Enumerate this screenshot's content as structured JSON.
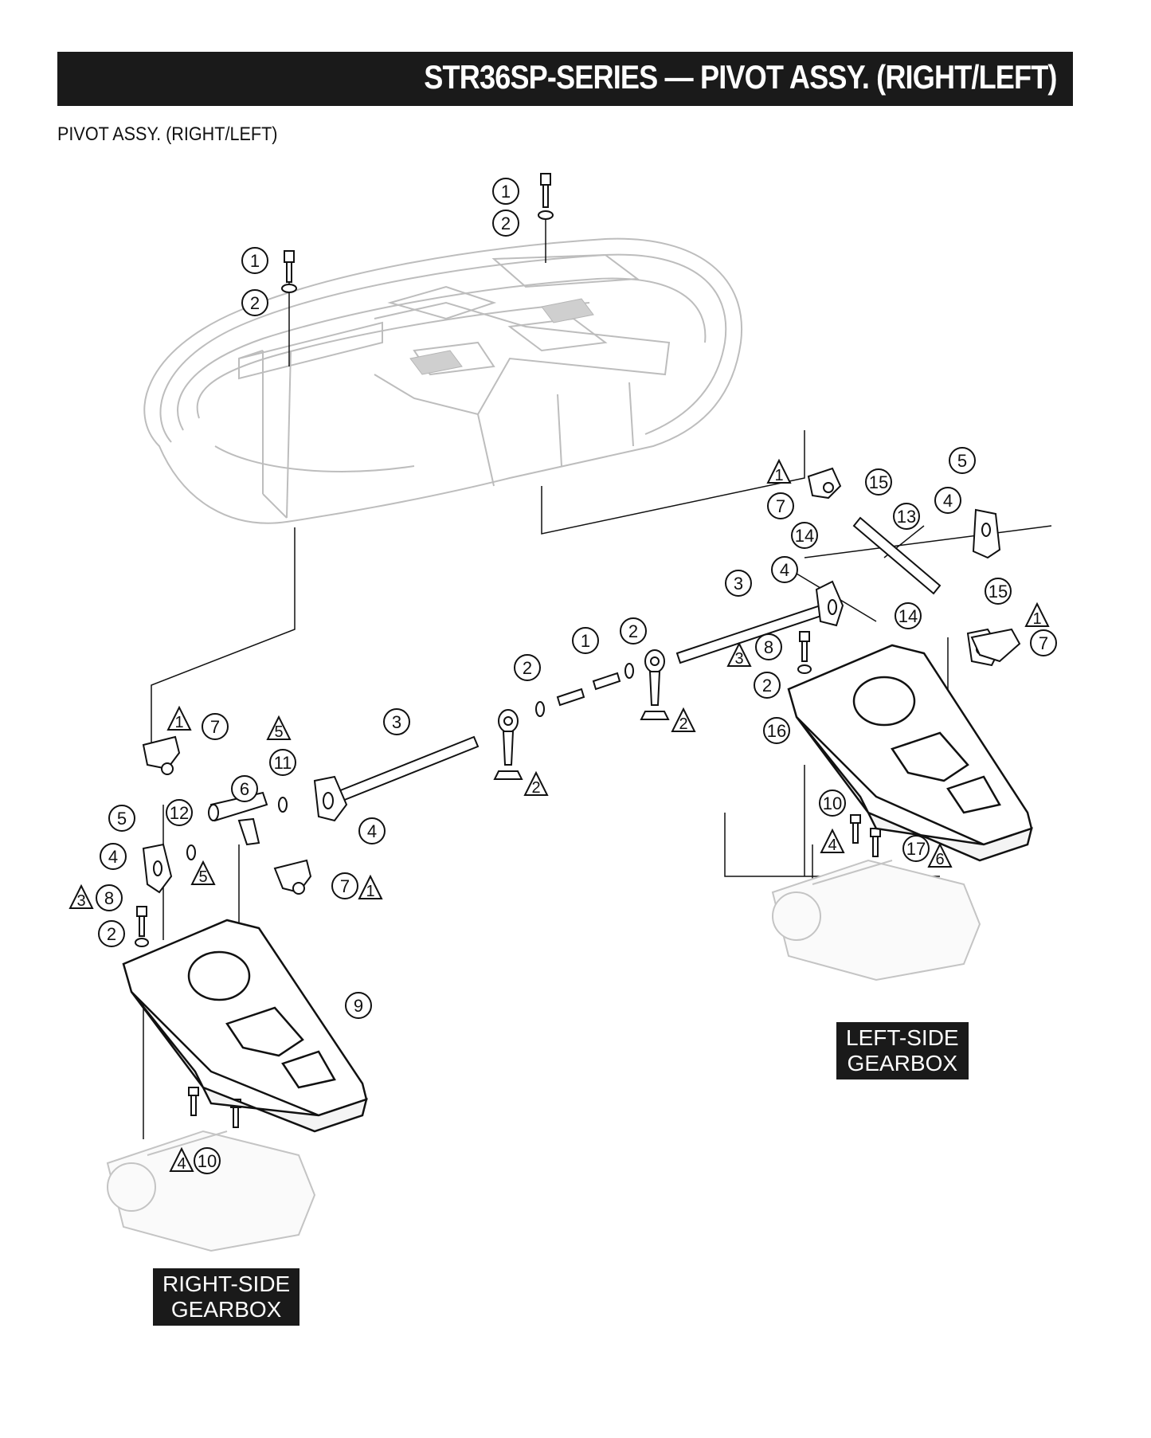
{
  "header": {
    "title": "STR36SP-SERIES — PIVOT ASSY. (RIGHT/LEFT)"
  },
  "subtitle": "PIVOT ASSY. (RIGHT/LEFT)",
  "labels": {
    "left_gearbox": [
      "LEFT-SIDE",
      "GEARBOX"
    ],
    "right_gearbox": [
      "RIGHT-SIDE",
      "GEARBOX"
    ]
  },
  "callouts": [
    {
      "id": "c1a",
      "num": "1"
    },
    {
      "id": "c2a",
      "num": "2"
    },
    {
      "id": "c1b",
      "num": "1"
    },
    {
      "id": "c2b",
      "num": "2"
    },
    {
      "id": "c7a",
      "num": "7"
    },
    {
      "id": "c15a",
      "num": "15"
    },
    {
      "id": "c5a",
      "num": "5"
    },
    {
      "id": "c14a",
      "num": "14"
    },
    {
      "id": "c13",
      "num": "13"
    },
    {
      "id": "c4a",
      "num": "4"
    },
    {
      "id": "c3a",
      "num": "3"
    },
    {
      "id": "c4b",
      "num": "4"
    },
    {
      "id": "c15b",
      "num": "15"
    },
    {
      "id": "c14b",
      "num": "14"
    },
    {
      "id": "c7b",
      "num": "7"
    },
    {
      "id": "c1c",
      "num": "1"
    },
    {
      "id": "c2c",
      "num": "2"
    },
    {
      "id": "c2d",
      "num": "2"
    },
    {
      "id": "c8a",
      "num": "8"
    },
    {
      "id": "c2e",
      "num": "2"
    },
    {
      "id": "c16",
      "num": "16"
    },
    {
      "id": "c3b",
      "num": "3"
    },
    {
      "id": "c7c",
      "num": "7"
    },
    {
      "id": "c11",
      "num": "11"
    },
    {
      "id": "c6",
      "num": "6"
    },
    {
      "id": "c4c",
      "num": "4"
    },
    {
      "id": "c5b",
      "num": "5"
    },
    {
      "id": "c12",
      "num": "12"
    },
    {
      "id": "c4d",
      "num": "4"
    },
    {
      "id": "c7d",
      "num": "7"
    },
    {
      "id": "c8b",
      "num": "8"
    },
    {
      "id": "c2f",
      "num": "2"
    },
    {
      "id": "c9",
      "num": "9"
    },
    {
      "id": "c10a",
      "num": "10"
    },
    {
      "id": "c17",
      "num": "17"
    },
    {
      "id": "c10b",
      "num": "10"
    }
  ],
  "notes": [
    {
      "id": "n1a",
      "num": "1"
    },
    {
      "id": "n1b",
      "num": "1"
    },
    {
      "id": "n3a",
      "num": "3"
    },
    {
      "id": "n2a",
      "num": "2"
    },
    {
      "id": "n2b",
      "num": "2"
    },
    {
      "id": "n1c",
      "num": "1"
    },
    {
      "id": "n5a",
      "num": "5"
    },
    {
      "id": "n5b",
      "num": "5"
    },
    {
      "id": "n1d",
      "num": "1"
    },
    {
      "id": "n3b",
      "num": "3"
    },
    {
      "id": "n4a",
      "num": "4"
    },
    {
      "id": "n6",
      "num": "6"
    },
    {
      "id": "n4b",
      "num": "4"
    }
  ]
}
